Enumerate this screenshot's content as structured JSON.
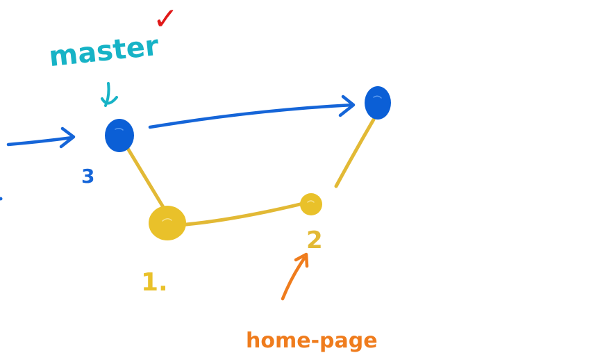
{
  "labels": {
    "master": "master",
    "check": "✓",
    "commit_blue_number": "3",
    "commit_yellow_left_number": "1.",
    "commit_yellow_right_number": "2",
    "branch": "home-page"
  },
  "colors": {
    "blue": "#0b5fd6",
    "blue_stroke": "#1565d8",
    "teal": "#17b3c6",
    "red": "#e01818",
    "yellow": "#e9c12a",
    "yellow_stroke": "#e2b935",
    "orange": "#ef7c1d",
    "background": "#ffffff"
  }
}
